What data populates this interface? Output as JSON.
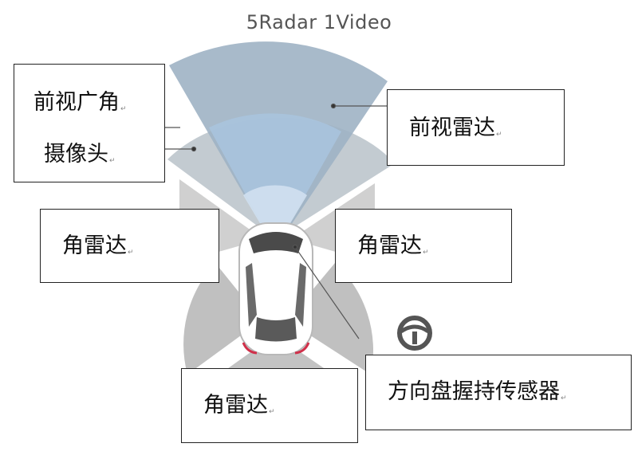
{
  "diagram": {
    "title": "5Radar 1Video",
    "labels": {
      "front_camera_line1": "前视广角",
      "front_camera_line2": "摄像头",
      "front_radar": "前视雷达",
      "corner_radar_left": "角雷达",
      "corner_radar_right": "角雷达",
      "corner_radar_rear": "角雷达",
      "steering_sensor": "方向盘握持传感器",
      "paragraph_mark": "↵"
    },
    "colors": {
      "front_radar_fan": "#9fb3c4",
      "camera_fan": "#a9c4de",
      "corner_fan": "#b5b5b5",
      "car_body": "#ffffff",
      "leader_line": "#555555",
      "box_border": "#222222"
    },
    "icons": [
      "steering-wheel-icon",
      "car-icon"
    ]
  }
}
